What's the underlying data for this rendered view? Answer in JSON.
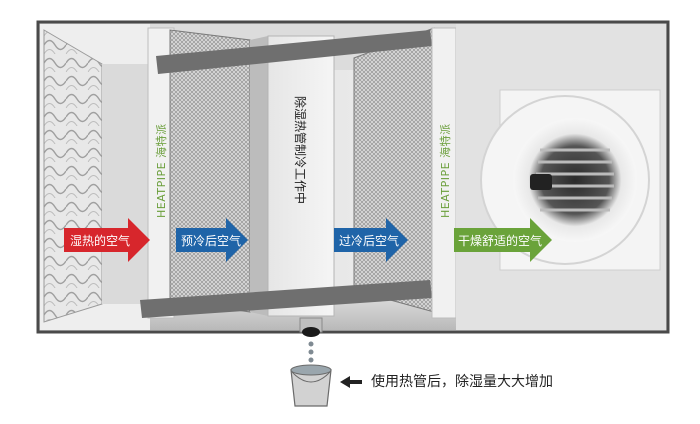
{
  "labels": {
    "humid_hot_air": "湿热的空气",
    "precooled_air": "预冷后空气",
    "overcooled_air": "过冷后空气",
    "dry_comfort_air": "干燥舒适的空气",
    "brand_left": "HEATPIPE 海特派",
    "brand_right": "HEATPIPE 海特派",
    "center_panel": "除湿热管制冷工作中",
    "bucket_caption": "使用热管后，除湿量大大增加"
  },
  "colors": {
    "arrow_red": "#d7262c",
    "arrow_blue": "#1f64a8",
    "arrow_green": "#6aa33a",
    "frame": "#4a4a4a",
    "brand_green": "#6a9e3a"
  }
}
